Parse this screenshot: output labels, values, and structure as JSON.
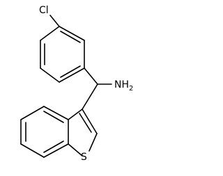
{
  "molecule": {
    "atoms": {
      "chlorine": "Cl",
      "amine": "NH2",
      "sulfur": "S"
    }
  }
}
